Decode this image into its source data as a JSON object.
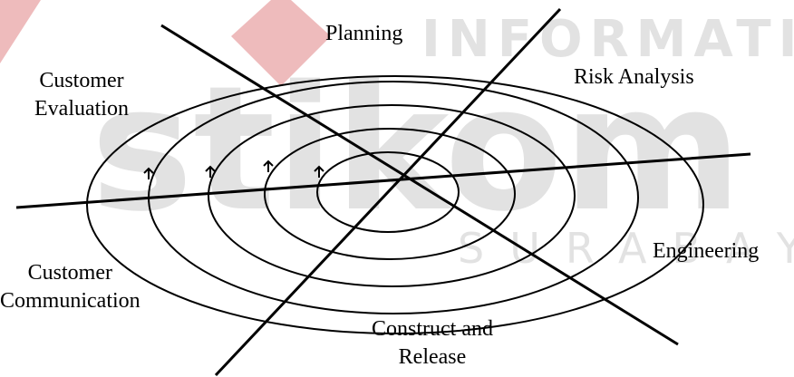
{
  "diagram": {
    "labels": {
      "planning": "Planning",
      "risk_analysis": "Risk Analysis",
      "customer_evaluation_line1": "Customer",
      "customer_evaluation_line2": "Evaluation",
      "engineering": "Engineering",
      "customer_communication_line1": "Customer",
      "customer_communication_line2": "Communication",
      "construct_release_line1": "Construct and",
      "construct_release_line2": "Release"
    }
  },
  "watermark": {
    "logo_text": "stikom",
    "institution_text": "INFORMATIK",
    "city_text": "SURABAYA",
    "logo_accent_color": "#e8a4a6",
    "text_color": "#d9d9d9"
  },
  "colors": {
    "line": "#000000",
    "background": "#ffffff"
  }
}
